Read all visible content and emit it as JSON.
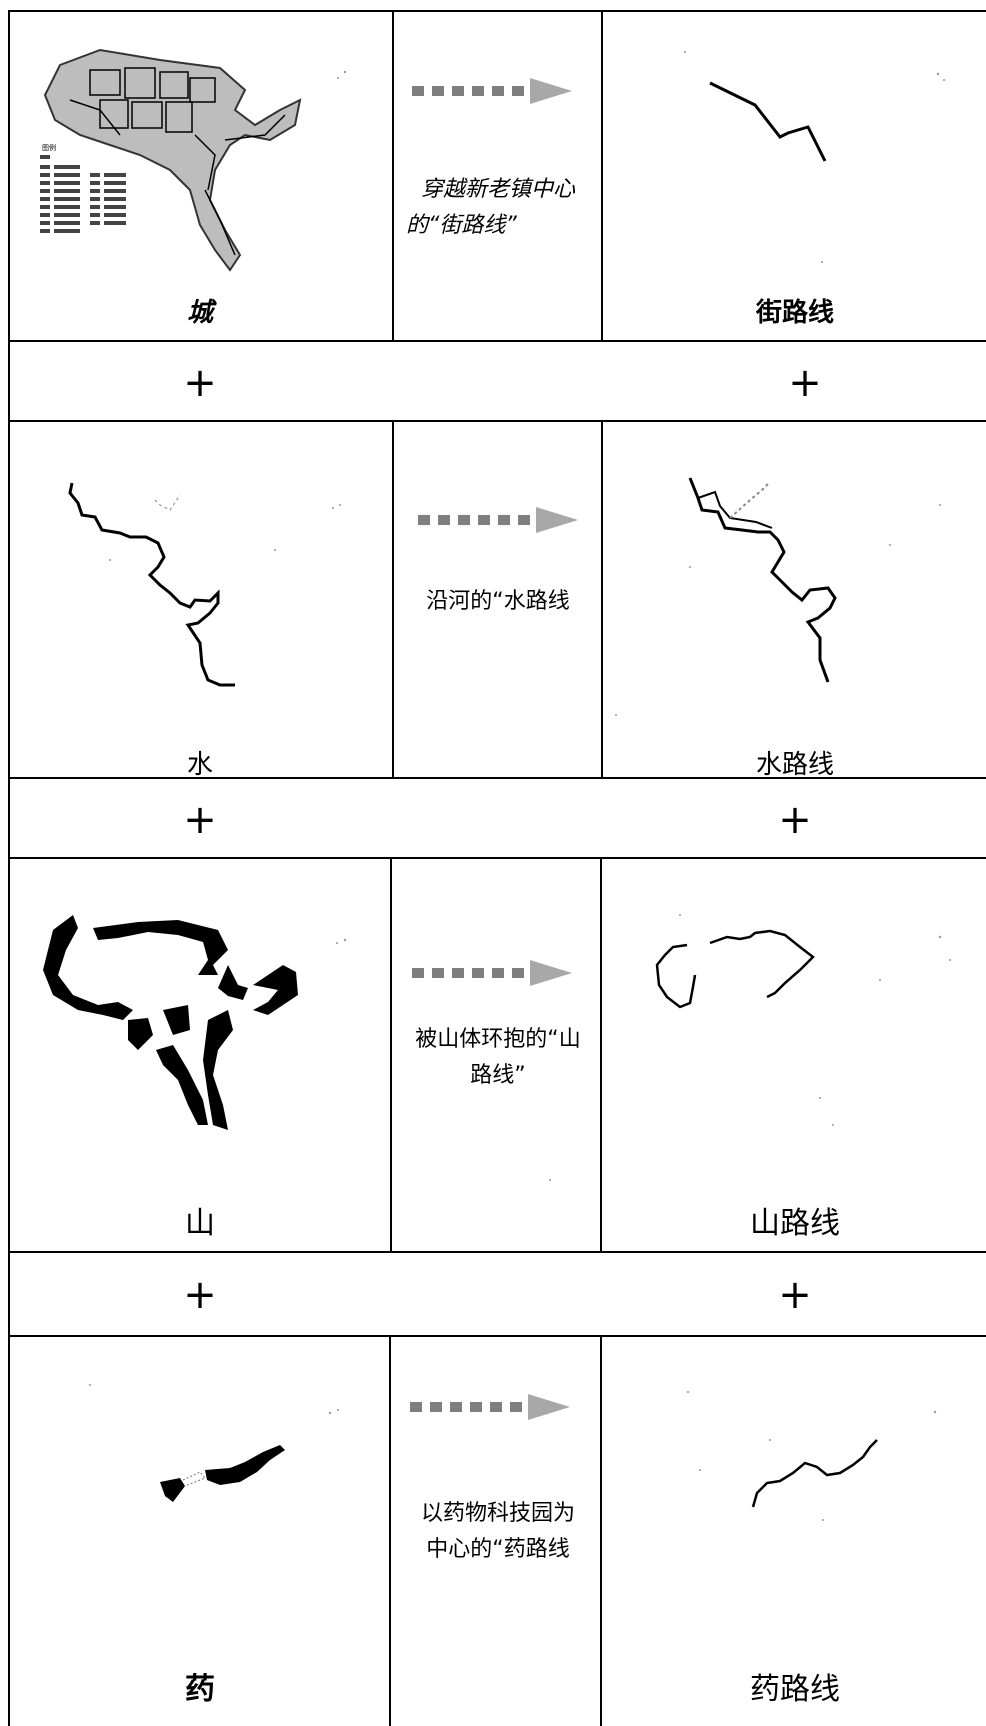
{
  "rows": [
    {
      "left_label": "城",
      "description": "穿越新老镇中心的“街路线”",
      "right_label": "街路线"
    },
    {
      "left_label": "水",
      "description": "沿河的“水路线",
      "right_label": "水路线"
    },
    {
      "left_label": "山",
      "description": "被山体环抱的“山路线”",
      "right_label": "山路线"
    },
    {
      "left_label": "药",
      "description": "以药物科技园为中心的“药路线",
      "right_label": "药路线"
    }
  ],
  "plus_sign": "+",
  "desc_lines": {
    "row0": [
      "穿越新老镇中心",
      "的“街路线”"
    ],
    "row1": [
      "沿河的“水路线"
    ],
    "row2": [
      "被山体环抱的“山",
      "路线”"
    ],
    "row3": [
      "以药物科技园为",
      "中心的“药路线"
    ]
  },
  "map_legend_caption": "图例",
  "colors": {
    "line": "#000000",
    "arrow": "#8c8c8c",
    "background": "#ffffff"
  },
  "icons": {
    "arrow": "dotted-arrow-icon",
    "plus": "plus-icon"
  }
}
